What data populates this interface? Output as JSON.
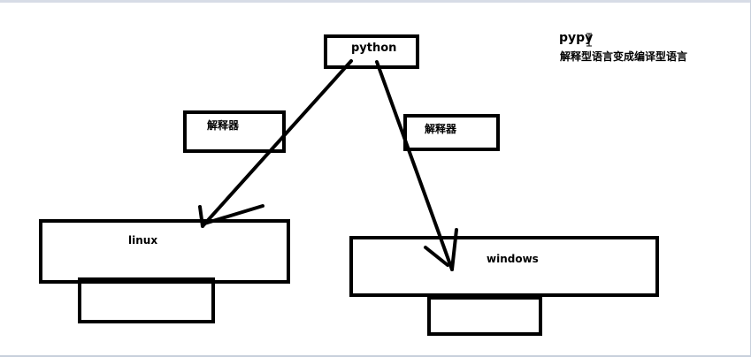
{
  "diagram": {
    "nodes": {
      "python": "python",
      "interpreter_left": "解释器",
      "interpreter_right": "解释器",
      "linux": "linux",
      "windows": "windows"
    },
    "note": {
      "title": "pypy",
      "text": "解释型语言变成编译型语言"
    }
  }
}
